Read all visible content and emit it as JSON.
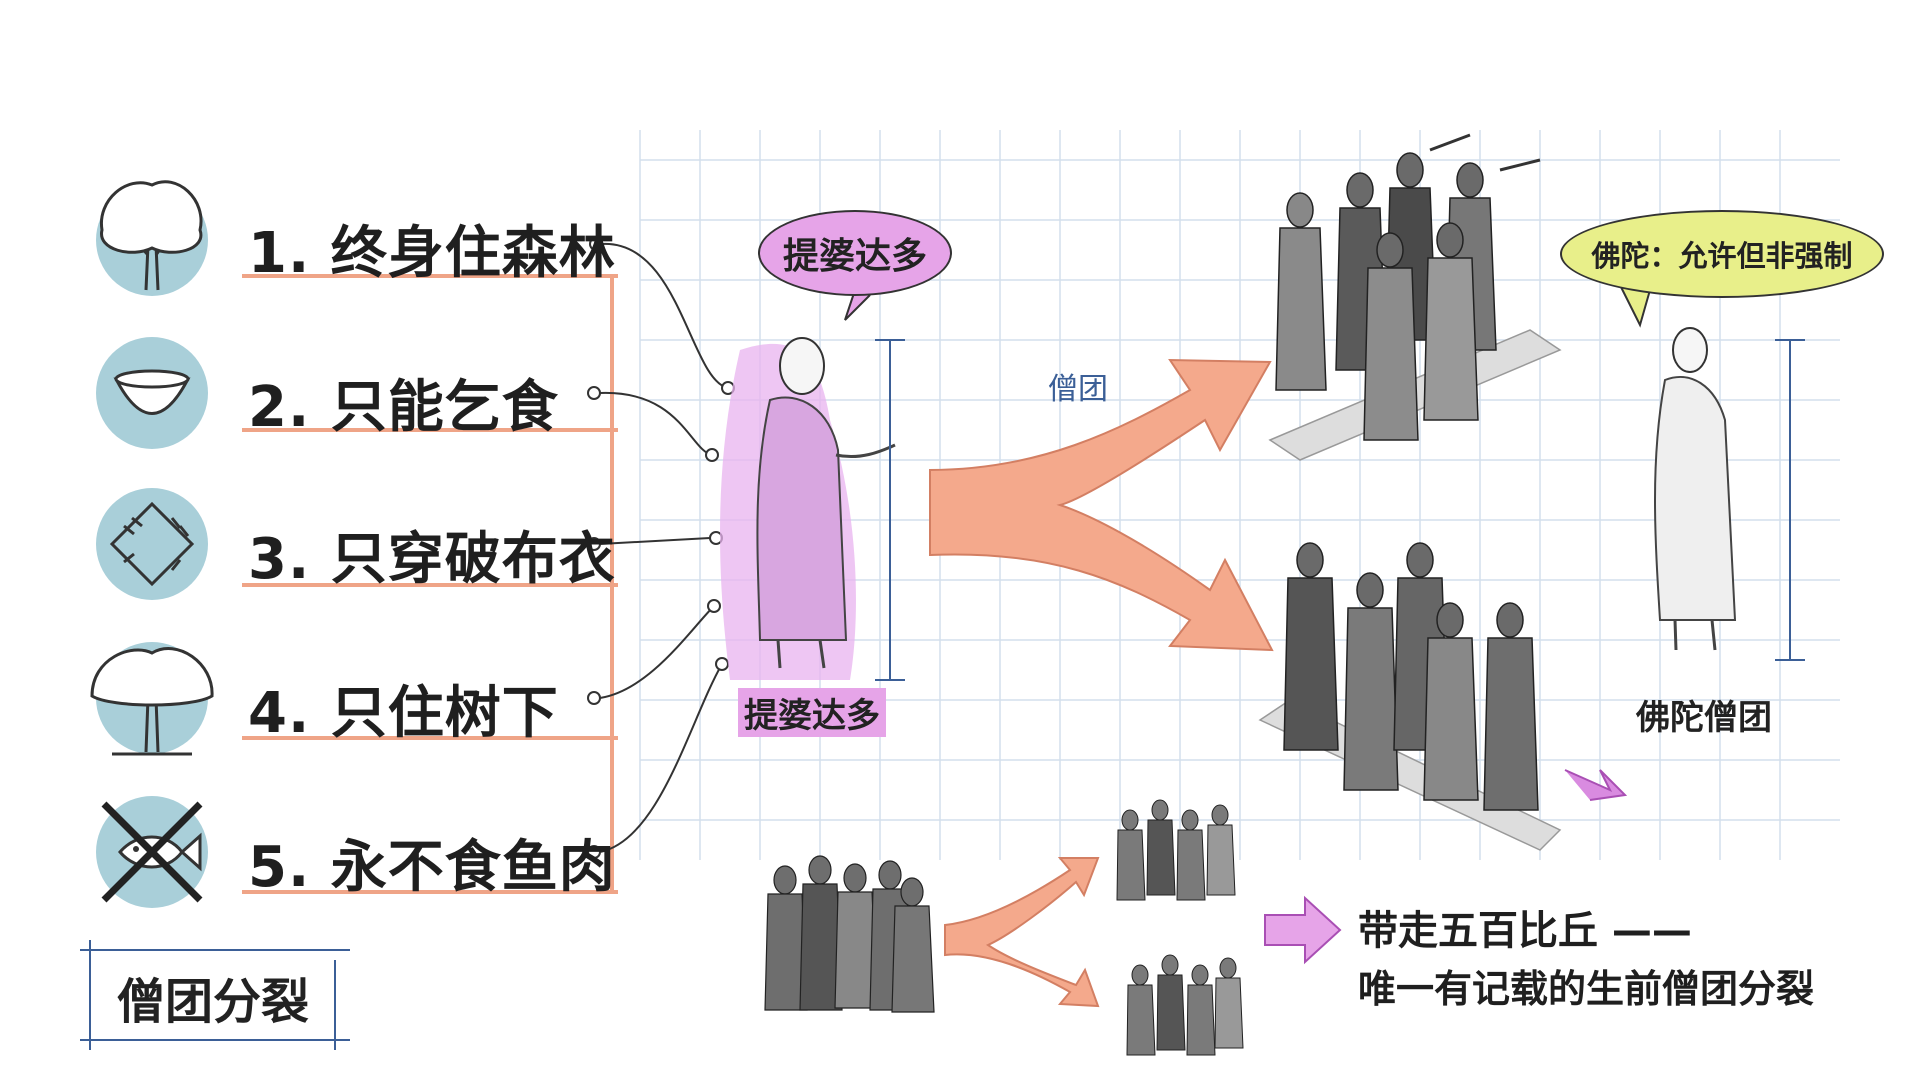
{
  "rules": [
    {
      "text": "1. 终身住森林",
      "icon": "tree-icon"
    },
    {
      "text": "2. 只能乞食",
      "icon": "alms-bowl-icon"
    },
    {
      "text": "3. 只穿破布衣",
      "icon": "patched-robe-icon"
    },
    {
      "text": "4. 只住树下",
      "icon": "under-tree-icon"
    },
    {
      "text": "5. 永不食鱼肉",
      "icon": "no-fish-icon"
    }
  ],
  "devadatta": {
    "bubble": "提婆达多",
    "label": "提婆达多"
  },
  "sangha_label": "僧团",
  "buddha": {
    "bubble": "佛陀：允许但非强制",
    "label": "佛陀僧团"
  },
  "note": {
    "line1": "带走五百比丘 ——",
    "line2": "唯一有记载的生前僧团分裂"
  },
  "title": "僧团分裂",
  "colors": {
    "salmon": "#f4a98c",
    "salmon_line": "#efa487",
    "pink": "#e6a4e8",
    "yellow": "#e8ef8a",
    "icon_circle": "#a9cfd9",
    "grid": "#c8d6e8",
    "magenta_arrow": "#d98be0"
  }
}
